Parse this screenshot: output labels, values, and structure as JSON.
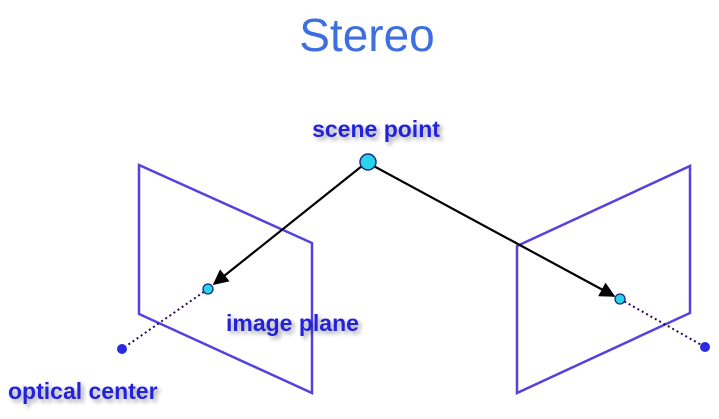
{
  "title": "Stereo",
  "labels": {
    "scene_point": "scene point",
    "image_plane": "image plane",
    "optical_center": "optical center"
  },
  "colors": {
    "title": "#3d6fe0",
    "label": "#2121dd",
    "plane": "#5540e0",
    "point_fill": "#29d3e8",
    "point_stroke": "#1a2a8a",
    "optical_center": "#2a2ae0",
    "ray": "#000000",
    "dotted": "#2a0a5a"
  }
}
